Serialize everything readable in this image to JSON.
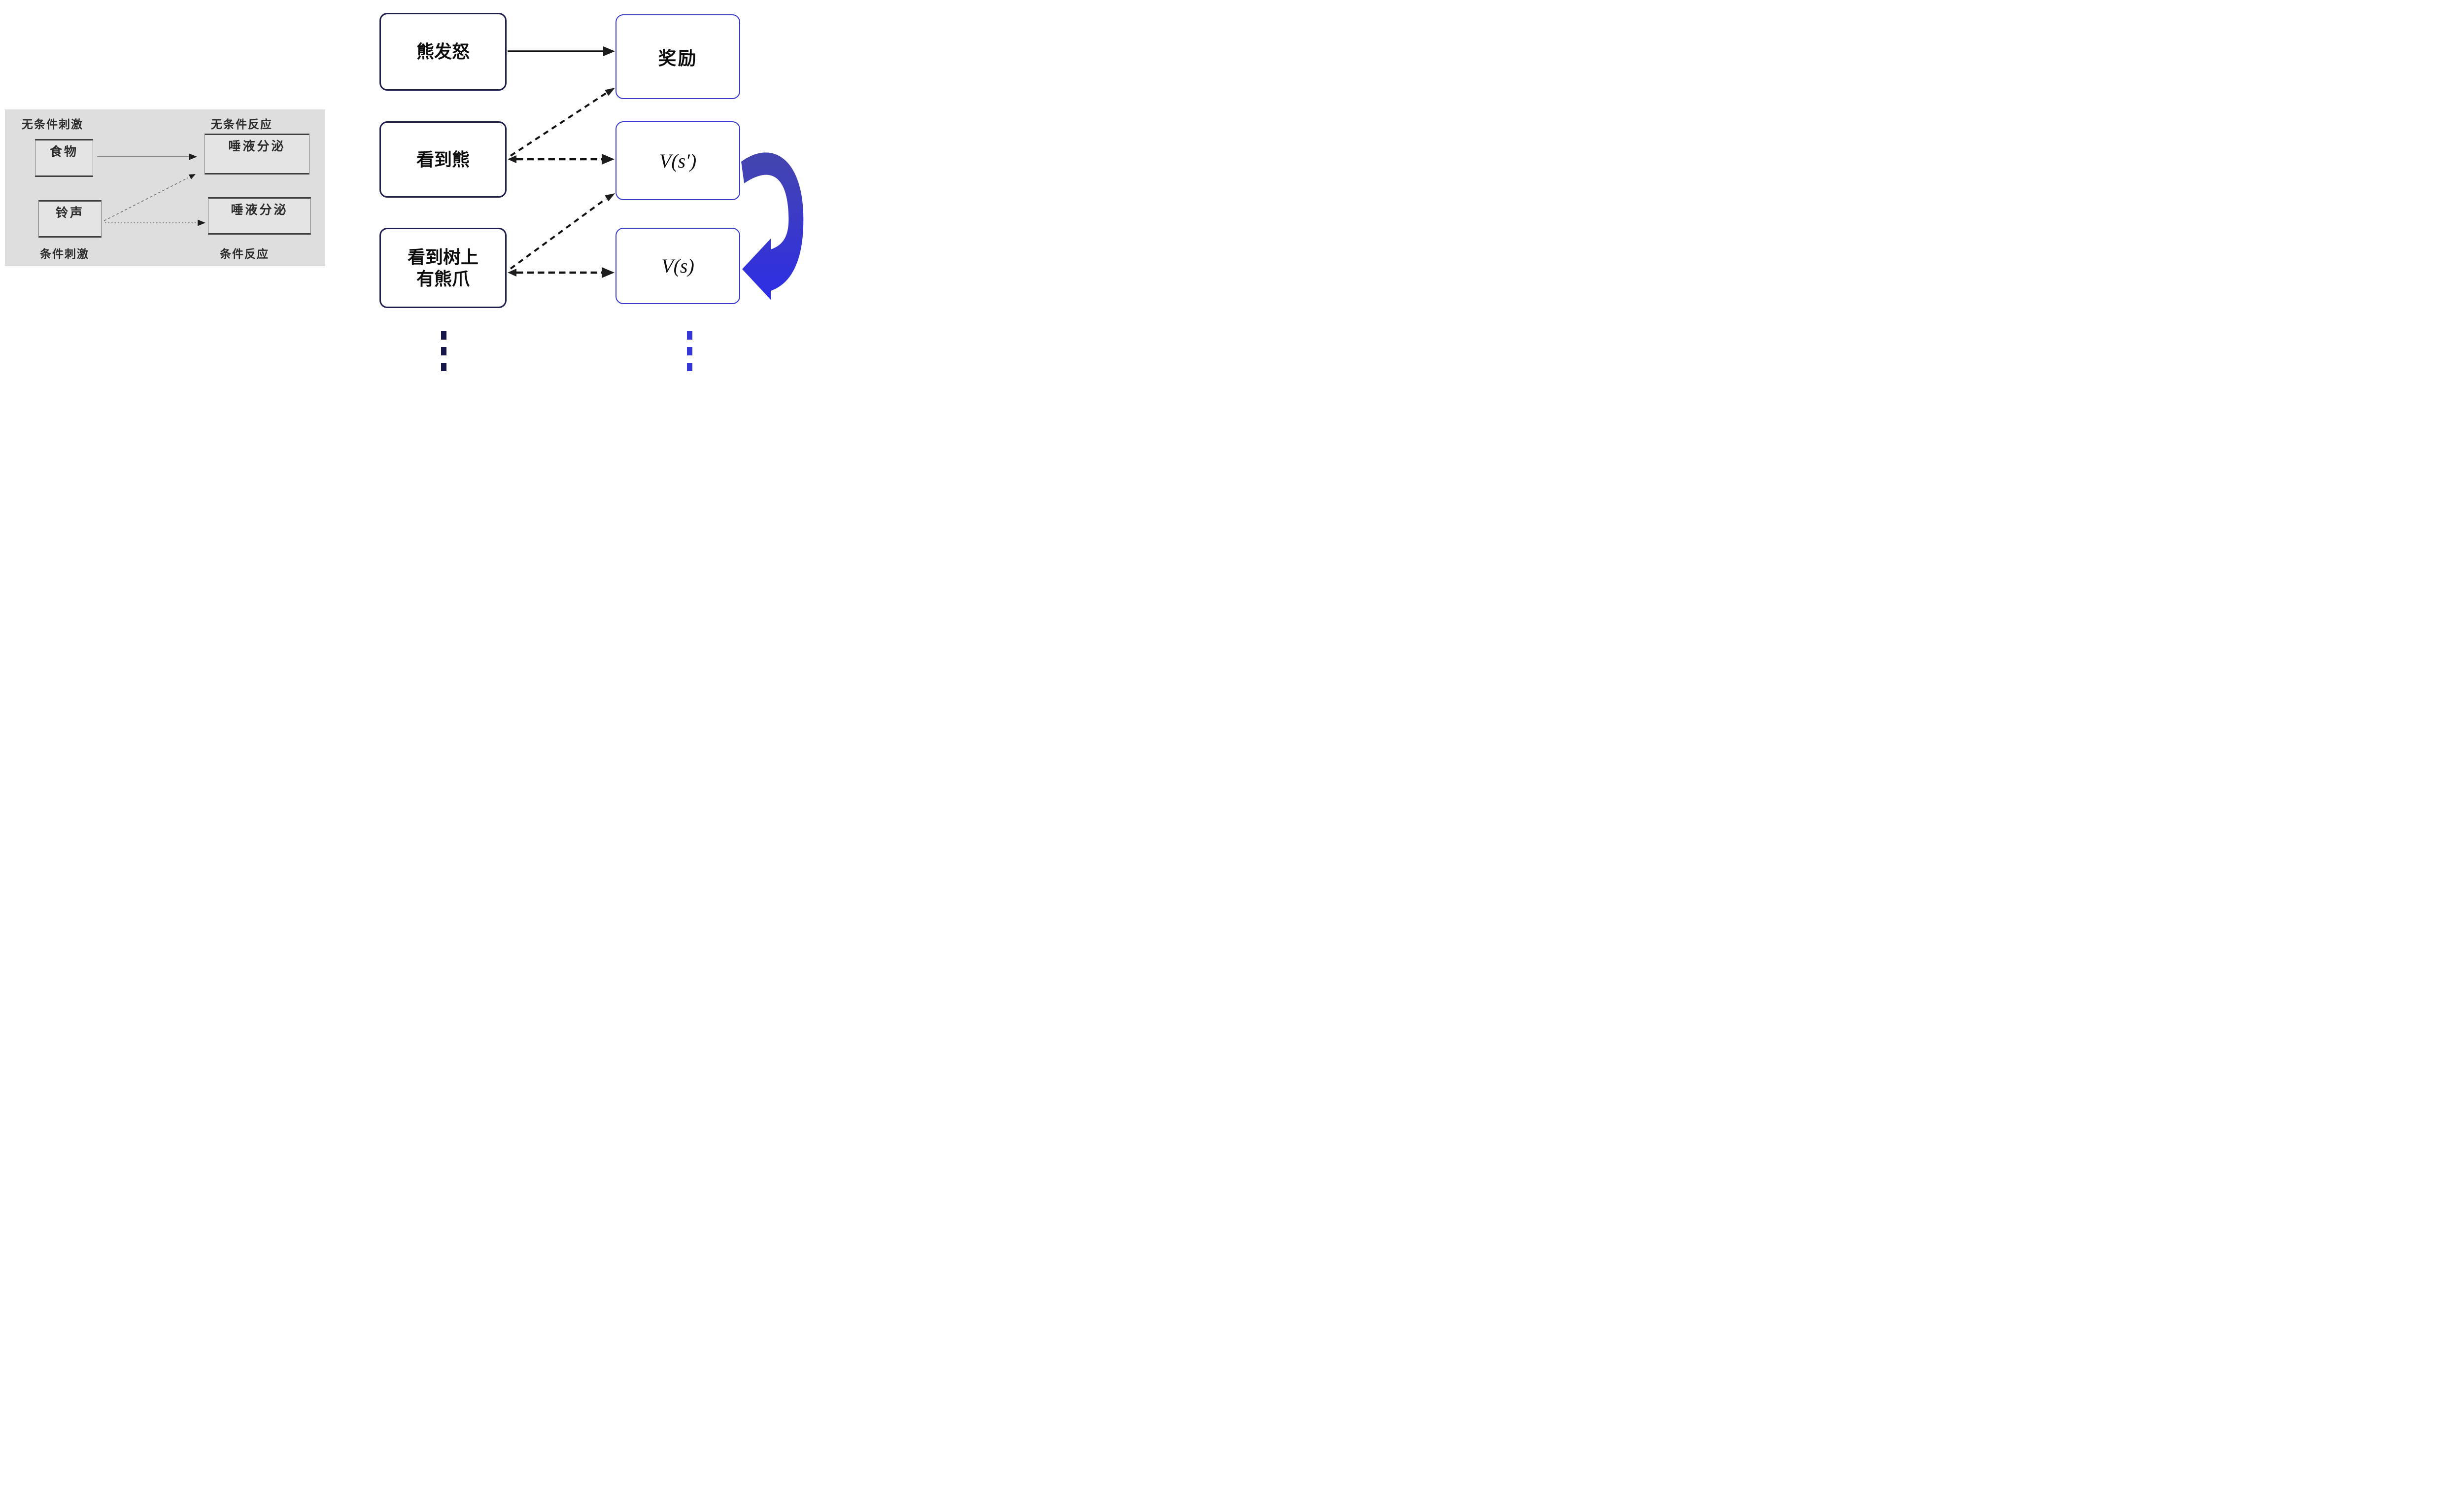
{
  "left_panel": {
    "title_semantics": "classical conditioning (Pavlov) diagram",
    "top_left_label": "无条件刺激",
    "top_right_label": "无条件反应",
    "bottom_left_label": "条件刺激",
    "bottom_right_label": "条件反应",
    "boxes": {
      "unconditioned_stimulus": "食物",
      "unconditioned_response": "唾液分泌",
      "conditioned_stimulus": "铃声",
      "conditioned_response": "唾液分泌"
    },
    "arrows": [
      {
        "from": "食物",
        "to": "唾液分泌(上)",
        "style": "solid"
      },
      {
        "from": "铃声",
        "to": "唾液分泌(上)",
        "style": "dashed-diagonal"
      },
      {
        "from": "铃声",
        "to": "唾液分泌(下)",
        "style": "dotted"
      }
    ]
  },
  "right_diagram": {
    "title_semantics": "TD value-learning diagram",
    "states": {
      "row1": "熊发怒",
      "row2": "看到熊",
      "row3": "看到树上\n有熊爪"
    },
    "values": {
      "row1": "奖励",
      "row2": "V(s′)",
      "row3": "V(s)"
    },
    "arrows": [
      {
        "from": "熊发怒",
        "to": "奖励",
        "style": "solid"
      },
      {
        "from": "看到熊",
        "to": "V(s′)",
        "style": "dashed",
        "double_headed": true
      },
      {
        "from": "看到熊",
        "to": "奖励",
        "style": "dashed-diagonal"
      },
      {
        "from": "看到树上有熊爪",
        "to": "V(s)",
        "style": "dashed",
        "double_headed": true
      },
      {
        "from": "看到树上有熊爪",
        "to": "V(s′)",
        "style": "dashed-diagonal"
      },
      {
        "from": "V(s′)",
        "to": "V(s)",
        "style": "blue-ribbon-loop"
      }
    ],
    "continuation_dots": {
      "left_column": "⋮",
      "right_column": "⋮"
    }
  },
  "colors": {
    "canvas_bg": "#ffffff",
    "panel_bg": "#dedede",
    "panel_box_bg": "#e4e4e4",
    "panel_border_dark": "#3e3e3e",
    "panel_border_light": "#757575",
    "panel_text": "#2b2b2b",
    "panel_arrow": "#6b6b6b",
    "ink": "#111111",
    "state_border": "#1f1f4b",
    "value_border": "#3a3ac9",
    "ribbon_top": "#4545ae",
    "ribbon_bottom": "#2d2de6",
    "dots_left": "#16164a",
    "dots_right": "#3636d8"
  }
}
